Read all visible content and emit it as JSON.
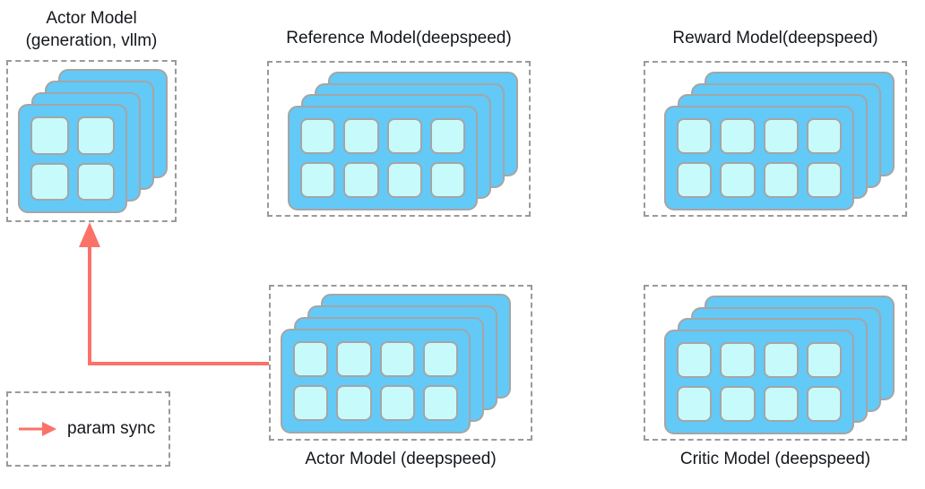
{
  "diagram": {
    "title_color": "#14171c",
    "accent_color": "#fa7268",
    "card_color": "#63c9f7",
    "cell_color": "#c7fbfb",
    "border_color": "#a5a5a5",
    "dash_color": "#9a9a9a",
    "groups": [
      {
        "id": "actor-vllm",
        "caption": "Actor Model\n(generation, vllm)",
        "caption_position": "top",
        "cards": 4,
        "cells_cols": 2,
        "cells_rows": 2,
        "cell_count": 4
      },
      {
        "id": "reference",
        "caption": "Reference Model(deepspeed)",
        "caption_position": "top",
        "cards": 4,
        "cells_cols": 4,
        "cells_rows": 2,
        "cell_count": 8
      },
      {
        "id": "reward",
        "caption": "Reward Model(deepspeed)",
        "caption_position": "top",
        "cards": 4,
        "cells_cols": 4,
        "cells_rows": 2,
        "cell_count": 8
      },
      {
        "id": "actor-deepspeed",
        "caption": "Actor Model (deepspeed)",
        "caption_position": "bottom",
        "cards": 4,
        "cells_cols": 4,
        "cells_rows": 2,
        "cell_count": 8
      },
      {
        "id": "critic",
        "caption": "Critic Model (deepspeed)",
        "caption_position": "bottom",
        "cards": 4,
        "cells_cols": 4,
        "cells_rows": 2,
        "cell_count": 8
      }
    ],
    "legend": {
      "label": "param sync",
      "arrow_color": "#fa7268"
    },
    "connection": {
      "from": "actor-deepspeed",
      "to": "actor-vllm",
      "label": "param sync",
      "color": "#fa7268"
    }
  }
}
